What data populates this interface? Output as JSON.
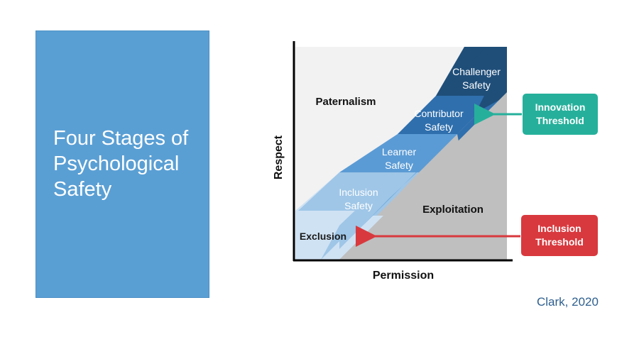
{
  "title": "Four Stages of\nPsychological\nSafety",
  "axes": {
    "x_label": "Permission",
    "y_label": "Respect"
  },
  "regions": {
    "upper": "Paternalism",
    "lower": "Exploitation"
  },
  "stages": [
    {
      "line1": "Exclusion",
      "line2": ""
    },
    {
      "line1": "Inclusion",
      "line2": "Safety"
    },
    {
      "line1": "Learner",
      "line2": "Safety"
    },
    {
      "line1": "Contributor",
      "line2": "Safety"
    },
    {
      "line1": "Challenger",
      "line2": "Safety"
    }
  ],
  "thresholds": {
    "innovation": "Innovation\nThreshold",
    "inclusion": "Inclusion\nThreshold"
  },
  "citation": "Clark, 2020",
  "colors": {
    "title_bg": "#5a9fd4",
    "stage_1": "#cfe2f3",
    "stage_2": "#9fc6e7",
    "stage_3": "#5b9bd5",
    "stage_4": "#2f6fad",
    "stage_5": "#1f4e79",
    "innovation": "#26b09b",
    "inclusion": "#d8393e"
  }
}
